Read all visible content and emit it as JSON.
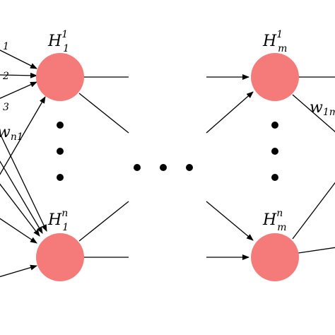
{
  "colors": {
    "node_fill": "#f57a7a",
    "edge": "#000000",
    "dot": "#000000",
    "background": "#ffffff"
  },
  "nodes": {
    "h1_1": {
      "base": "H",
      "sub": "1",
      "sup": "1"
    },
    "h1_n": {
      "base": "H",
      "sub": "1",
      "sup": "n"
    },
    "hm_1": {
      "base": "H",
      "sub": "m",
      "sup": "1"
    },
    "hm_n": {
      "base": "H",
      "sub": "m",
      "sup": "n"
    }
  },
  "edge_labels": {
    "left_1": "1",
    "left_2": "2",
    "left_3": "3",
    "left_wn1": {
      "base": "w",
      "sub": "n1"
    },
    "right_w1m": {
      "base": "w",
      "sub": "1m"
    }
  },
  "ellipsis": {
    "vertical_dot_count": 3,
    "horizontal_dot_count": 3
  }
}
